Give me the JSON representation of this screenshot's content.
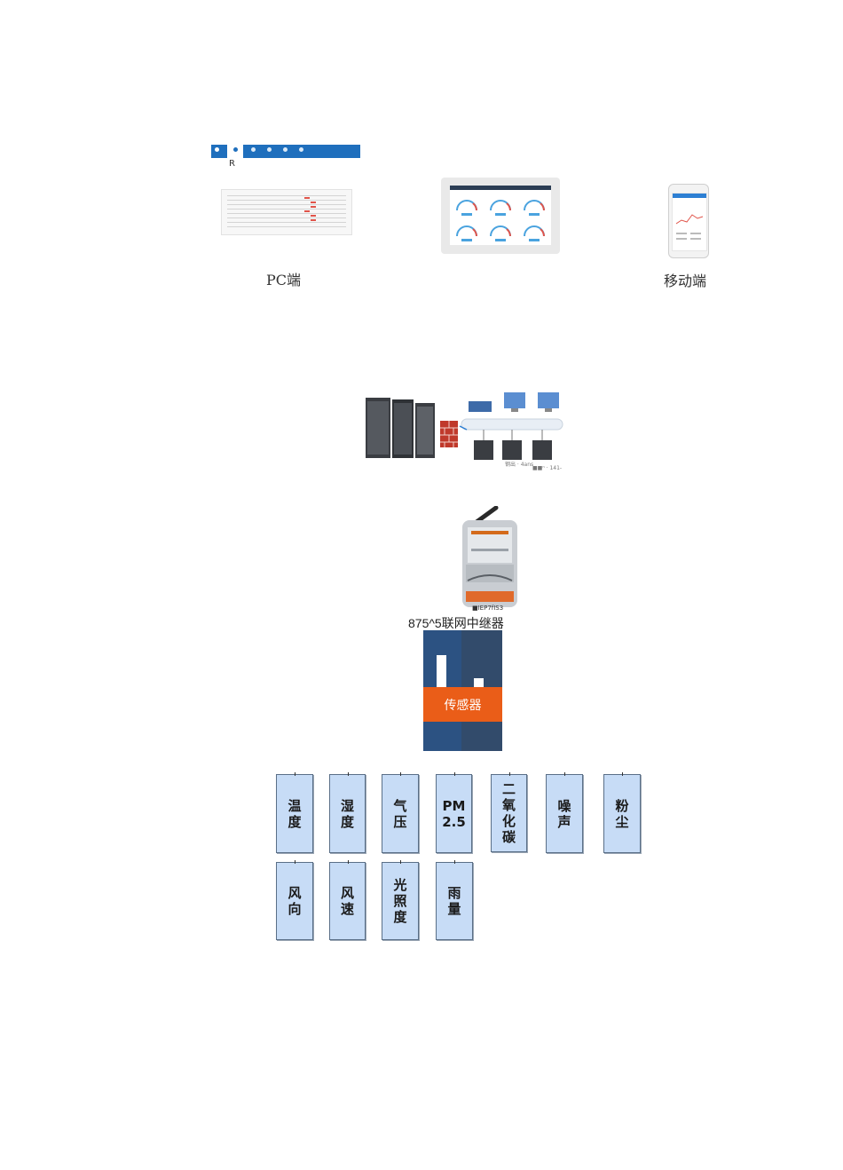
{
  "top": {
    "nav_letter": "R",
    "pc_label": "PC端",
    "mobile_label": "移动端"
  },
  "network": {
    "caption_1": "钢出 · 4ans",
    "caption_2": "■■ⁿ · 141-"
  },
  "repeater": {
    "device_caption": "■IEP7fIS3",
    "label": "875^5联网中继器"
  },
  "sensor_block": {
    "label": "传感器",
    "colors": {
      "left": "#2c5282",
      "right": "#324b6b",
      "accent": "#ea5d18"
    }
  },
  "sensors": {
    "row1": [
      "温\n度",
      "湿\n度",
      "气\n压",
      "PM\n2.5",
      "二\n氧\n化\n碳",
      "噪\n声",
      "粉\n尘"
    ],
    "row2": [
      "风\n向",
      "风\n速",
      "光\n照\n度",
      "雨\n量"
    ]
  }
}
